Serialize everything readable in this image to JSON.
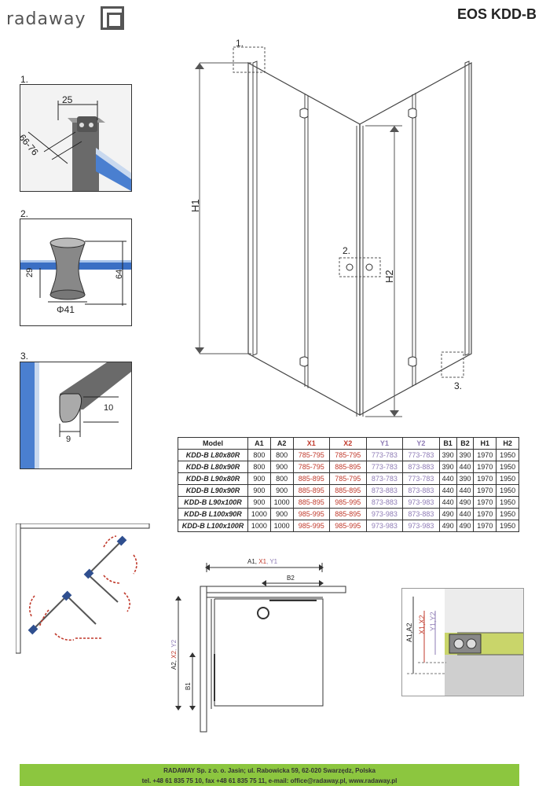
{
  "brand": {
    "name": "radaway"
  },
  "product": {
    "title": "EOS KDD-B"
  },
  "details": {
    "d1": {
      "label": "1.",
      "dim_top": "25",
      "dim_side": "66-76"
    },
    "d2": {
      "label": "2.",
      "dim_left": "29",
      "dim_diam": "Φ41",
      "dim_right": "64"
    },
    "d3": {
      "label": "3.",
      "dim_h": "10",
      "dim_w": "9"
    }
  },
  "main_drawing": {
    "h1": "H1",
    "h2": "H2",
    "callout1": "1.",
    "callout2": "2.",
    "callout3": "3."
  },
  "table": {
    "headers": [
      "Model",
      "A1",
      "A2",
      "X1",
      "X2",
      "Y1",
      "Y2",
      "B1",
      "B2",
      "H1",
      "H2"
    ],
    "rows": [
      [
        "KDD-B L80x80R",
        "800",
        "800",
        "785-795",
        "785-795",
        "773-783",
        "773-783",
        "390",
        "390",
        "1970",
        "1950"
      ],
      [
        "KDD-B L80x90R",
        "800",
        "900",
        "785-795",
        "885-895",
        "773-783",
        "873-883",
        "390",
        "440",
        "1970",
        "1950"
      ],
      [
        "KDD-B L90x80R",
        "900",
        "800",
        "885-895",
        "785-795",
        "873-783",
        "773-783",
        "440",
        "390",
        "1970",
        "1950"
      ],
      [
        "KDD-B L90x90R",
        "900",
        "900",
        "885-895",
        "885-895",
        "873-883",
        "873-883",
        "440",
        "440",
        "1970",
        "1950"
      ],
      [
        "KDD-B L90x100R",
        "900",
        "1000",
        "885-895",
        "985-995",
        "873-883",
        "973-983",
        "440",
        "490",
        "1970",
        "1950"
      ],
      [
        "KDD-B L100x90R",
        "1000",
        "900",
        "985-995",
        "885-895",
        "973-983",
        "873-883",
        "490",
        "440",
        "1970",
        "1950"
      ],
      [
        "KDD-B L100x100R",
        "1000",
        "1000",
        "985-995",
        "985-995",
        "973-983",
        "973-983",
        "490",
        "490",
        "1970",
        "1950"
      ]
    ]
  },
  "plan": {
    "top_dim": {
      "a": "A1, ",
      "x": "X1",
      "y": ", Y1"
    },
    "b2": "B2",
    "side_dim": {
      "a": "A2, ",
      "x": "X2",
      "y": ", Y2"
    },
    "b1": "B1"
  },
  "adjust": {
    "a": "A1,A2",
    "x": "X1,X2",
    "y": "Y1,Y2"
  },
  "footer": {
    "line1": "RADAWAY Sp. z o. o. Jasin; ul. Rabowicka 59, 62-020 Swarzędz, Polska",
    "line2": "tel. +48 61 835 75 10, fax +48 61 835 75 11, e-mail: office@radaway.pl, www.radaway.pl"
  },
  "colors": {
    "accent_green": "#8cc63f",
    "x_red": "#c0392b",
    "y_lilac": "#8e7bb5",
    "arrow_red": "#c0392b"
  }
}
